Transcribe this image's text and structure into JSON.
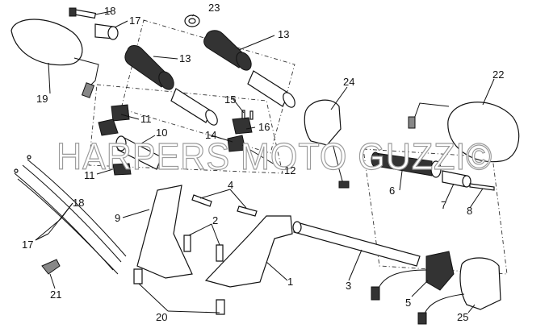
{
  "watermark": "HARPERS MOTO GUZZI©",
  "labels": [
    "1",
    "2",
    "3",
    "4",
    "5",
    "6",
    "7",
    "7",
    "8",
    "8",
    "9",
    "10",
    "11",
    "11",
    "12",
    "13",
    "13",
    "14",
    "15",
    "16",
    "17",
    "18",
    "19",
    "20",
    "21",
    "22",
    "23",
    "24",
    "25"
  ]
}
